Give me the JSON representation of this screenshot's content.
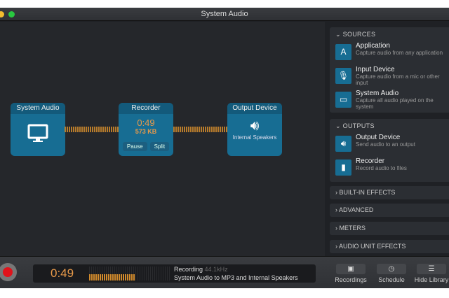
{
  "window": {
    "title": "System Audio"
  },
  "nodes": {
    "source": {
      "title": "System Audio",
      "icon": "monitor-icon"
    },
    "recorder": {
      "title": "Recorder",
      "time": "0:49",
      "size": "573 KB",
      "pause": "Pause",
      "split": "Split"
    },
    "output": {
      "title": "Output Device",
      "subtitle": "Internal Speakers",
      "icon": "speaker-icon"
    }
  },
  "library": {
    "sources": {
      "header": "SOURCES",
      "items": [
        {
          "title": "Application",
          "desc": "Capture audio from any application",
          "icon": "app-icon"
        },
        {
          "title": "Input Device",
          "desc": "Capture audio from a mic or other input",
          "icon": "microphone-icon"
        },
        {
          "title": "System Audio",
          "desc": "Capture all audio played on the system",
          "icon": "monitor-icon"
        }
      ]
    },
    "outputs": {
      "header": "OUTPUTS",
      "items": [
        {
          "title": "Output Device",
          "desc": "Send audio to an output",
          "icon": "speaker-icon"
        },
        {
          "title": "Recorder",
          "desc": "Record audio to files",
          "icon": "file-icon"
        }
      ]
    },
    "collapsed": [
      "BUILT-IN EFFECTS",
      "ADVANCED",
      "METERS",
      "AUDIO UNIT EFFECTS"
    ]
  },
  "status": {
    "time": "0:49",
    "state": "Recording",
    "rate": "44.1kHz",
    "summary": "System Audio to MP3 and Internal Speakers"
  },
  "toolbar": {
    "recordings": "Recordings",
    "schedule": "Schedule",
    "hide_library": "Hide Library"
  }
}
